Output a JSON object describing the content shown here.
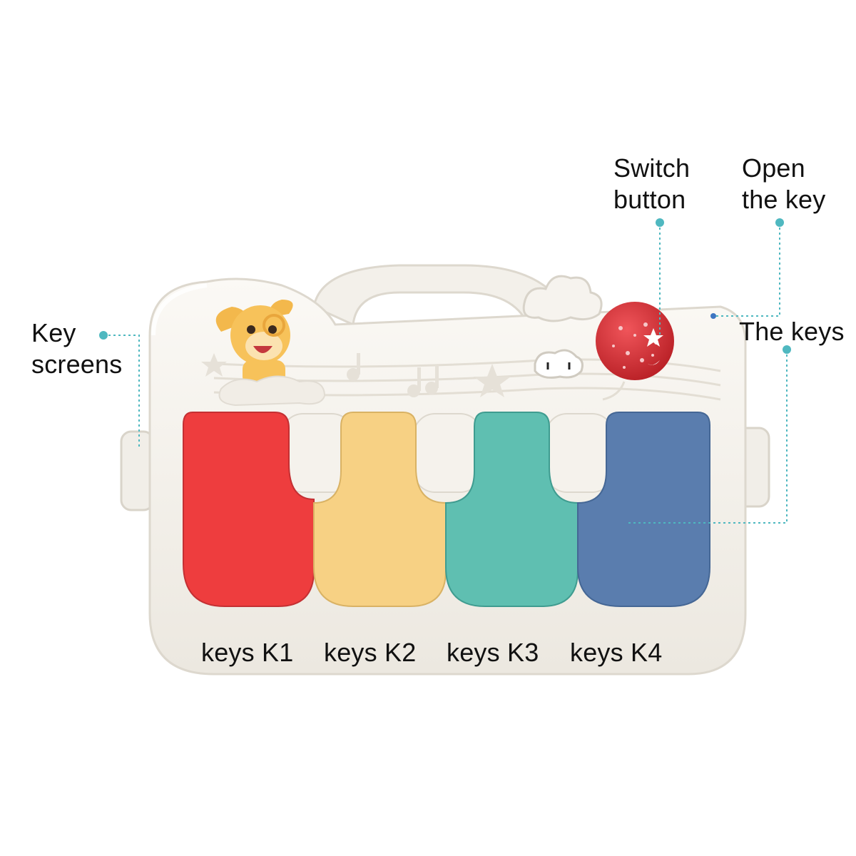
{
  "callouts": {
    "switch_button": "Switch\nbutton",
    "open_key": "Open\nthe key",
    "key_screens": "Key\nscreens",
    "the_keys": "The keys"
  },
  "keys": [
    {
      "label": "keys K1",
      "color": "#ee3d3e"
    },
    {
      "label": "keys K2",
      "color": "#f7d184"
    },
    {
      "label": "keys K3",
      "color": "#5fbfb1"
    },
    {
      "label": "keys K4",
      "color": "#5a7dae"
    }
  ],
  "colors": {
    "body": "#f6f3ee",
    "body_shadow": "#e2ddd4",
    "leader_line": "#4fb8c0",
    "balloon": "#d93035",
    "bunny": "#f3b84c"
  },
  "icons": [
    "bunny-icon",
    "cloud-icon",
    "balloon-star-projector-icon",
    "music-note-icon",
    "star-icon"
  ]
}
